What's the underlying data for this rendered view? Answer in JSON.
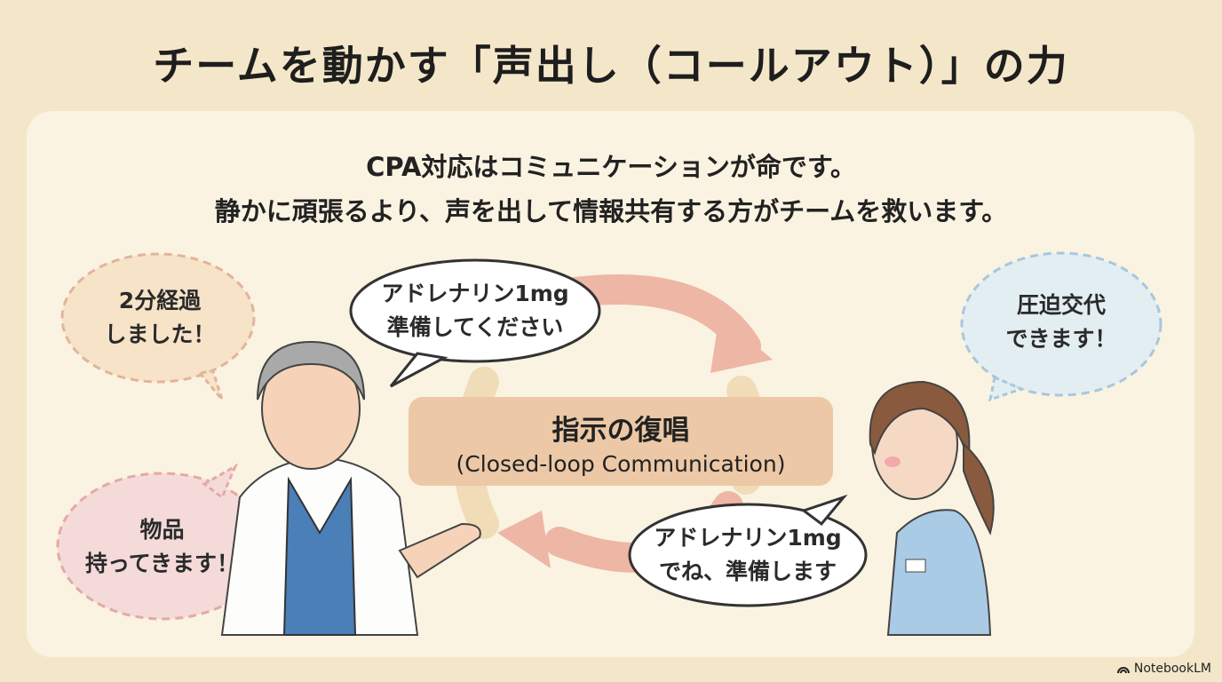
{
  "title": "チームを動かす「声出し（コールアウト）」の力",
  "subtitle": [
    "CPA対応はコミュニケーションが命です。",
    "静かに頑張るより、声を出して情報共有する方がチームを救います。"
  ],
  "center": {
    "heading": "指示の復唱",
    "subheading": "(Closed-loop Communication)"
  },
  "bubbles": {
    "time": [
      "2分経過",
      "しました！"
    ],
    "supplies": [
      "物品",
      "持ってきます！"
    ],
    "compression": [
      "圧迫交代",
      "できます！"
    ],
    "order": [
      "アドレナリン1mg",
      "準備してください"
    ],
    "readback": [
      "アドレナリン1mg",
      "でね、準備します"
    ]
  },
  "brand": "NotebookLM",
  "colors": {
    "background": "#f4e7c9",
    "panel": "#faf3e1",
    "center": "#ecc8a6",
    "arrow": "#eeb6a4"
  }
}
